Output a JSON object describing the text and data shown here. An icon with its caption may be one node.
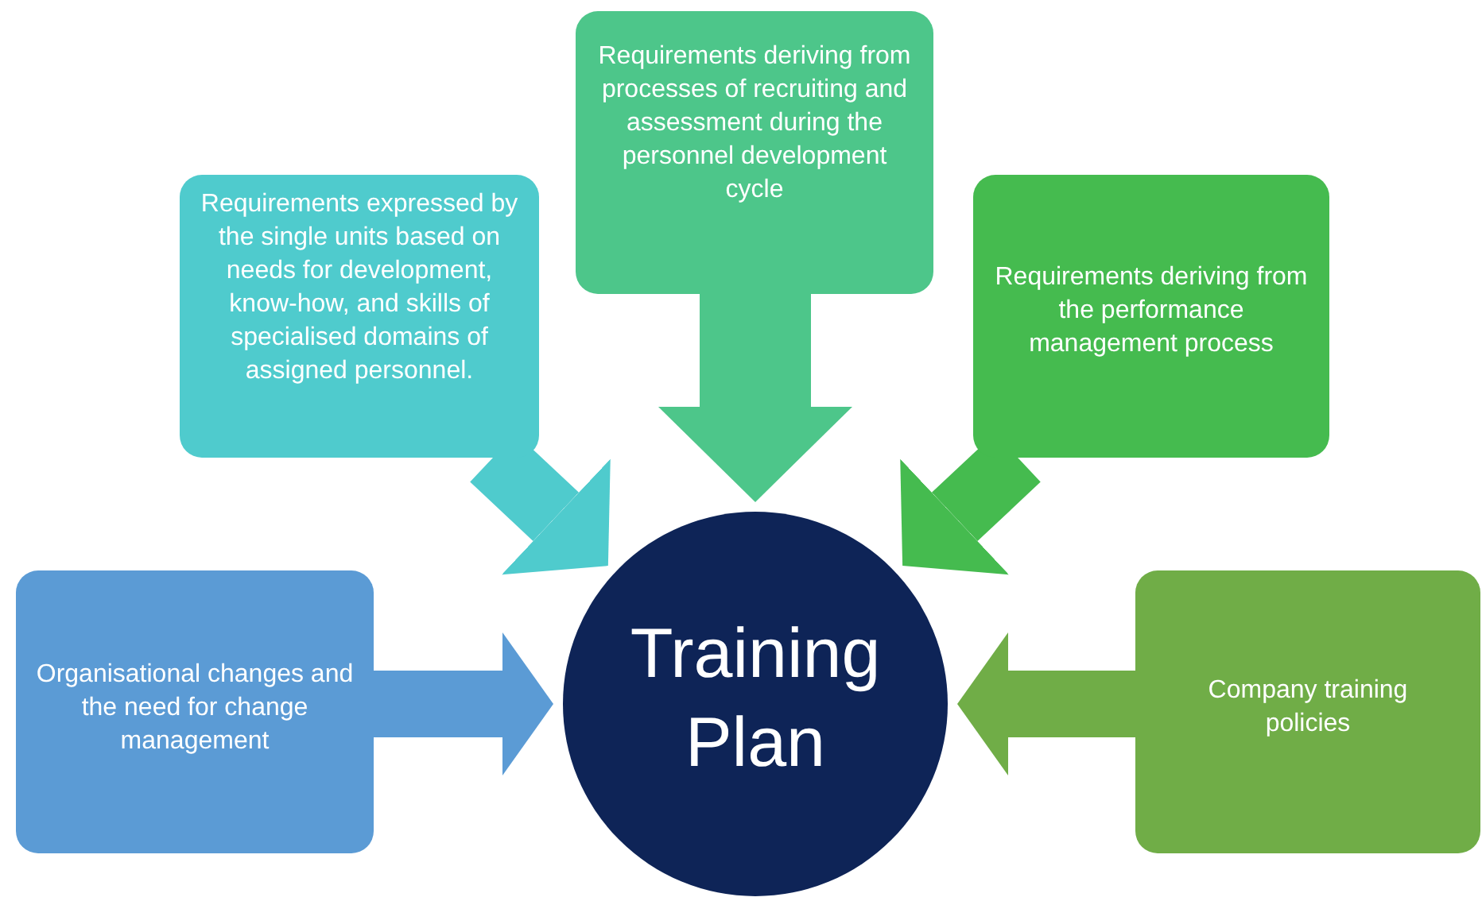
{
  "diagram": {
    "nodes": [
      {
        "text": [
          "Training Plan"
        ]
      },
      {
        "text": [
          "Requirements expressed by the single units based on needs for development, know-how, and skills of specialised domains of assigned personnel."
        ]
      },
      {
        "text": [
          "Requirements deriving from processes of recruiting and assessment during the personnel development cycle"
        ]
      },
      {
        "text": [
          "Requirements deriving from the performance management process"
        ]
      },
      {
        "text": [
          "Organisational changes and the need for change management"
        ]
      },
      {
        "text": [
          "Company training policies"
        ]
      }
    ],
    "edges": [
      {
        "from": 1,
        "to": 0,
        "arrow": "to",
        "color": "#4fcbcd"
      },
      {
        "from": 2,
        "to": 0,
        "arrow": "to",
        "color": "#4dc68a"
      },
      {
        "from": 3,
        "to": 0,
        "arrow": "to",
        "color": "#45bb4f"
      },
      {
        "from": 4,
        "to": 0,
        "arrow": "to",
        "color": "#5b9bd5"
      },
      {
        "from": 5,
        "to": 0,
        "arrow": "to",
        "color": "#70ad47"
      }
    ]
  }
}
